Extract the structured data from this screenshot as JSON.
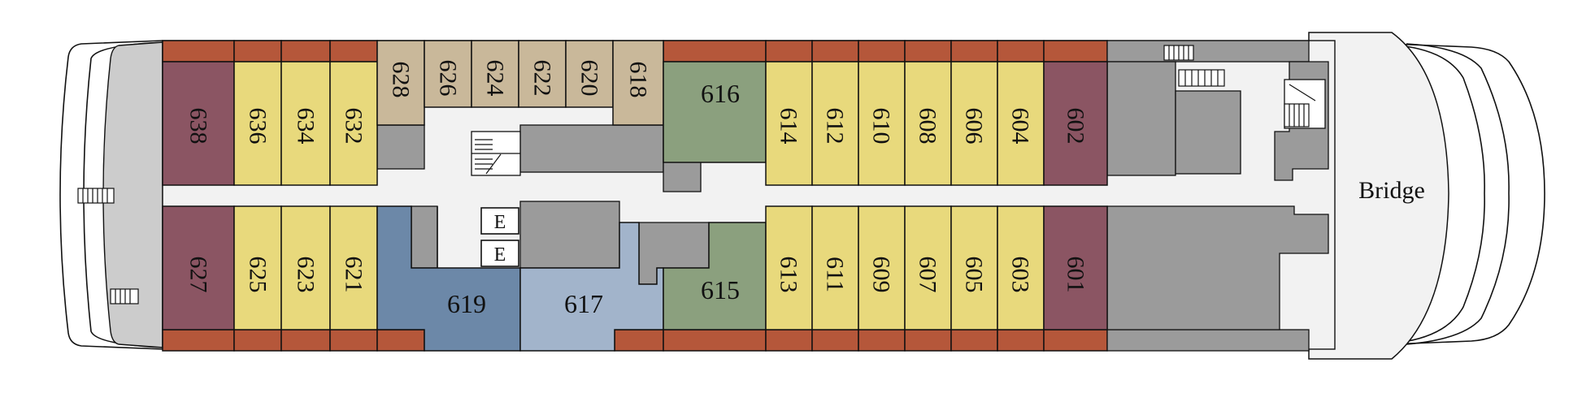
{
  "deck": {
    "bridge_label": "Bridge",
    "elevator_label": "E"
  },
  "colors": {
    "balcony": "#B5573A",
    "suite_maroon": "#8B5563",
    "cabin_yellow": "#E8D97C",
    "cabin_tan": "#C9B89A",
    "cabin_green": "#8BA07E",
    "cabin_blue_dark": "#6C88A8",
    "cabin_blue_light": "#A2B4CB",
    "service_gray": "#9B9B9B",
    "corridor": "#F2F2F2",
    "hull_gray": "#CCCCCC"
  },
  "cabins": {
    "c638": "638",
    "c636": "636",
    "c634": "634",
    "c632": "632",
    "c628": "628",
    "c626": "626",
    "c624": "624",
    "c622": "622",
    "c620": "620",
    "c618": "618",
    "c616": "616",
    "c614": "614",
    "c612": "612",
    "c610": "610",
    "c608": "608",
    "c606": "606",
    "c604": "604",
    "c602": "602",
    "c627": "627",
    "c625": "625",
    "c623": "623",
    "c621": "621",
    "c619": "619",
    "c617": "617",
    "c615": "615",
    "c613": "613",
    "c611": "611",
    "c609": "609",
    "c607": "607",
    "c605": "605",
    "c603": "603",
    "c601": "601"
  }
}
